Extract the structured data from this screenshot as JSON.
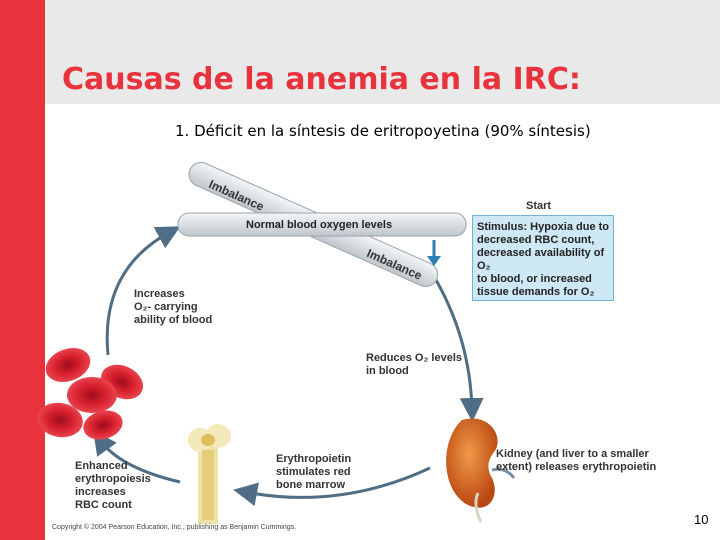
{
  "slide": {
    "title": "Causas de la anemia en la IRC:",
    "subtitle": "1. Déficit en la síntesis de eritropoyetina (90% síntesis)",
    "page_number": "10",
    "copyright": "Copyright © 2004 Pearson Education, Inc., publishing as Benjamin Cummings.",
    "colors": {
      "accent": "#e8323c",
      "band": "#e9e9e9",
      "stimulus_box": "#cfe8f5",
      "arrow": "#4f6d84"
    }
  },
  "diagram": {
    "normal_level": "Normal blood oxygen levels",
    "imbalance_top": "Imbalance",
    "imbalance_bottom": "Imbalance",
    "start": "Start",
    "stimulus": "Stimulus: Hypoxia due to\ndecreased RBC count,\ndecreased availability of O₂\nto blood, or increased\ntissue demands for O₂",
    "reduces": "Reduces O₂ levels\nin blood",
    "kidney": "Kidney (and liver to a smaller\nextent) releases erythropoietin",
    "erythropoietin": "Erythropoietin\nstimulates red\nbone marrow",
    "enhanced": "Enhanced\nerythropoiesis\nincreases\nRBC count",
    "increases": "Increases\nO₂- carrying\nability of blood"
  }
}
